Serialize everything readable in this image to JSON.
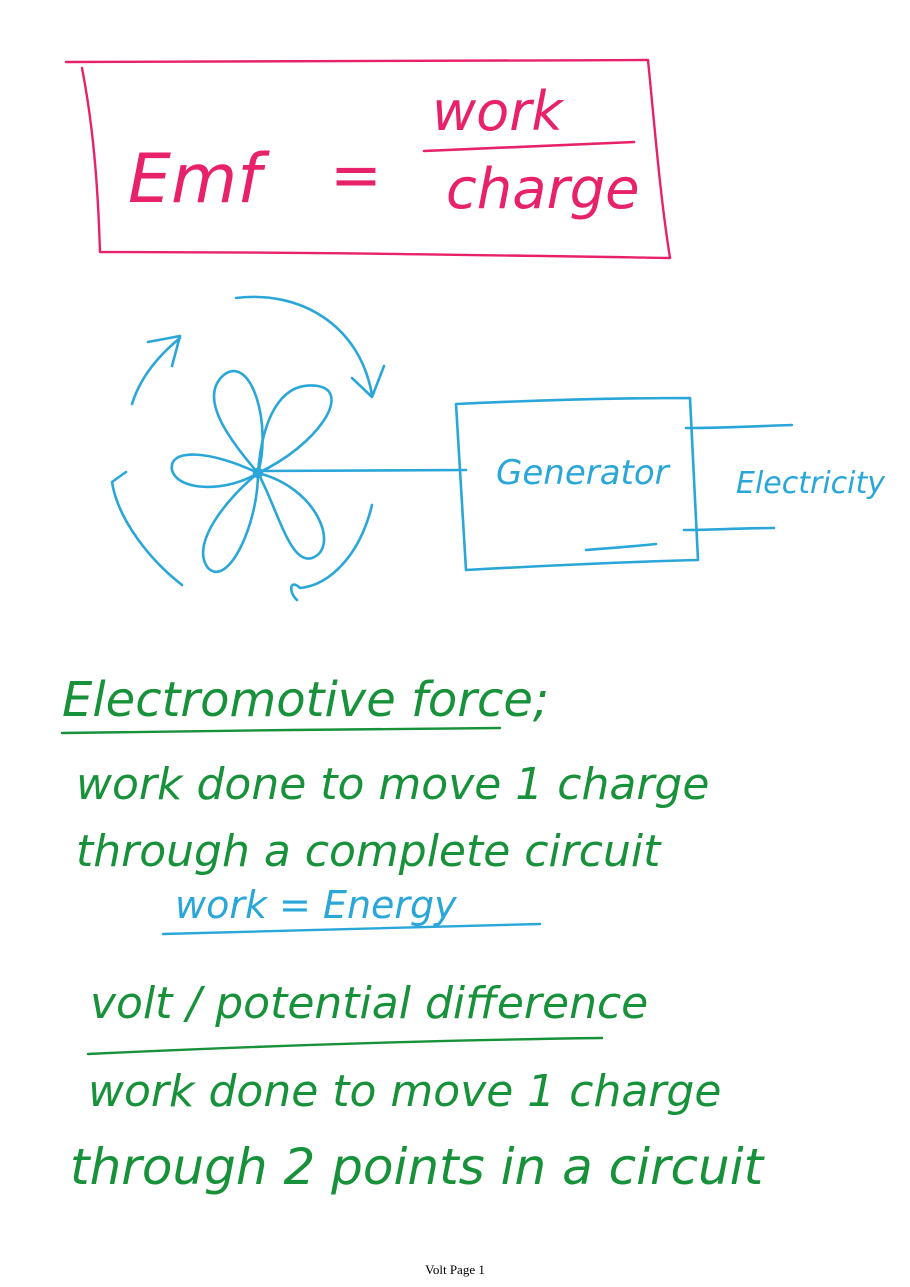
{
  "formula": {
    "lhs": "Emf",
    "equals": "=",
    "numerator": "work",
    "denominator": "charge"
  },
  "diagram": {
    "box_label": "Generator",
    "output_label": "Electricity"
  },
  "definitions": [
    {
      "heading": "Electromotive force;",
      "line1": "work done to move 1 charge",
      "line2": "through a complete circuit"
    },
    {
      "heading": "volt / potential difference",
      "line1": "work done to move 1 charge",
      "line2": "through 2 points in a circuit"
    }
  ],
  "side_note": "work = Energy",
  "footer": "Volt Page 1",
  "colors": {
    "pink_ink": "#e8226a",
    "blue_ink": "#2aa7d8",
    "green_ink": "#18923a"
  }
}
